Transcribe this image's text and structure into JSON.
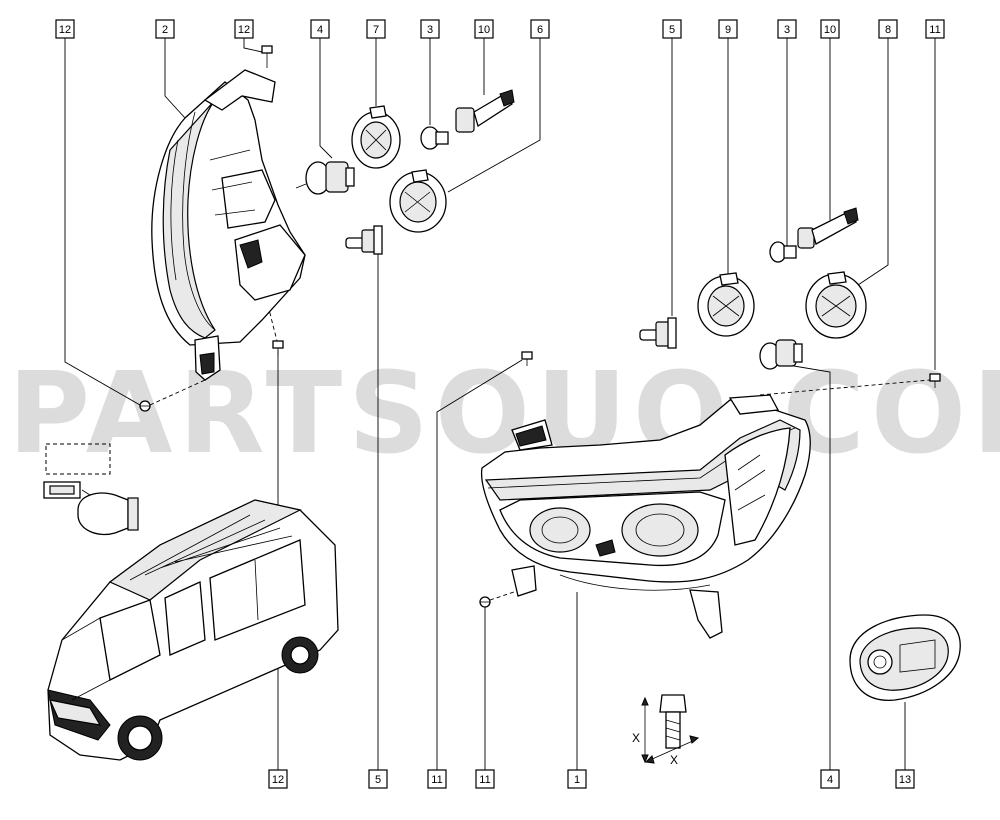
{
  "watermark": "PARTSOUQ.COM",
  "callouts": [
    {
      "id": "c12a",
      "label": "12"
    },
    {
      "id": "c2",
      "label": "2"
    },
    {
      "id": "c12b",
      "label": "12"
    },
    {
      "id": "c4a",
      "label": "4"
    },
    {
      "id": "c7",
      "label": "7"
    },
    {
      "id": "c3a",
      "label": "3"
    },
    {
      "id": "c10a",
      "label": "10"
    },
    {
      "id": "c6",
      "label": "6"
    },
    {
      "id": "c5a",
      "label": "5"
    },
    {
      "id": "c9",
      "label": "9"
    },
    {
      "id": "c3b",
      "label": "3"
    },
    {
      "id": "c10b",
      "label": "10"
    },
    {
      "id": "c8",
      "label": "8"
    },
    {
      "id": "c11a",
      "label": "11"
    },
    {
      "id": "c12c",
      "label": "12"
    },
    {
      "id": "c5b",
      "label": "5"
    },
    {
      "id": "c11b",
      "label": "11"
    },
    {
      "id": "c11c",
      "label": "11"
    },
    {
      "id": "c1",
      "label": "1"
    },
    {
      "id": "c4b",
      "label": "4"
    },
    {
      "id": "c13",
      "label": "13"
    }
  ],
  "dimension": {
    "label_vertical": "X",
    "label_horizontal": "X"
  }
}
